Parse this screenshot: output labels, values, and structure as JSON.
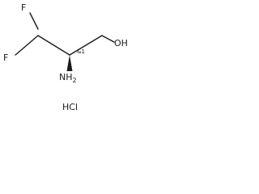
{
  "molecule": {
    "atoms": {
      "fluorine_top": "F",
      "fluorine_left": "F",
      "hydroxyl": "OH",
      "amino_main": "NH",
      "amino_sub": "2"
    },
    "stereo_label": "&1",
    "salt": "HCl"
  }
}
